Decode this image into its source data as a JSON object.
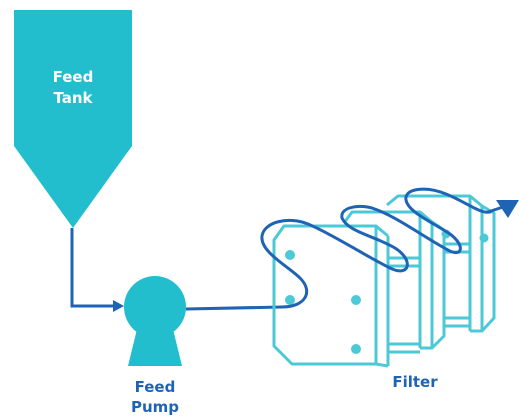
{
  "labels": {
    "tank_line1": "Feed",
    "tank_line2": "Tank",
    "pump_line1": "Feed",
    "pump_line2": "Pump",
    "filter": "Filter"
  },
  "colors": {
    "equipment": "#22BECE",
    "outline": "#4CC9D6",
    "pipe": "#1F63B4",
    "label_on_fill": "#ffffff",
    "label_dark": "#1F63B4"
  },
  "icons": {
    "tank": "feed-tank-icon",
    "pump": "pump-icon",
    "filter": "filter-press-icon",
    "flow_arrow": "arrow-icon"
  }
}
